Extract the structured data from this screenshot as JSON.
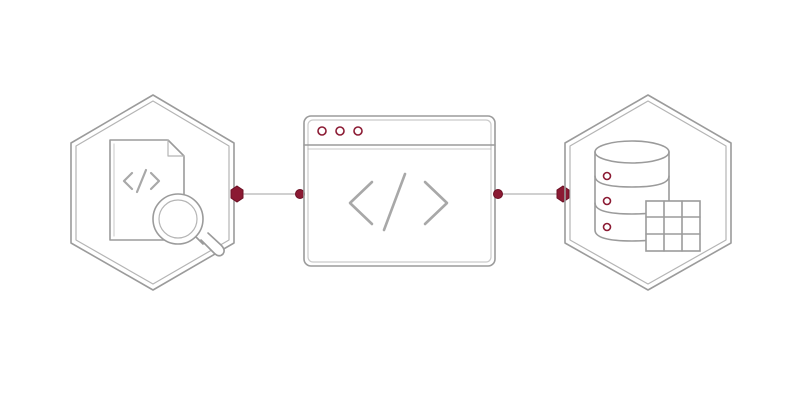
{
  "diagram": {
    "nodes": [
      {
        "id": "code-search",
        "icon": "code-file-search-icon"
      },
      {
        "id": "code-window",
        "icon": "code-window-icon"
      },
      {
        "id": "database",
        "icon": "database-table-icon"
      }
    ],
    "edges": [
      {
        "from": "code-search",
        "to": "code-window"
      },
      {
        "from": "code-window",
        "to": "database"
      }
    ],
    "colors": {
      "outline": "#9b9b9b",
      "light_outline": "#b5b5b5",
      "accent": "#8b1a33",
      "background": "#ffffff"
    }
  }
}
